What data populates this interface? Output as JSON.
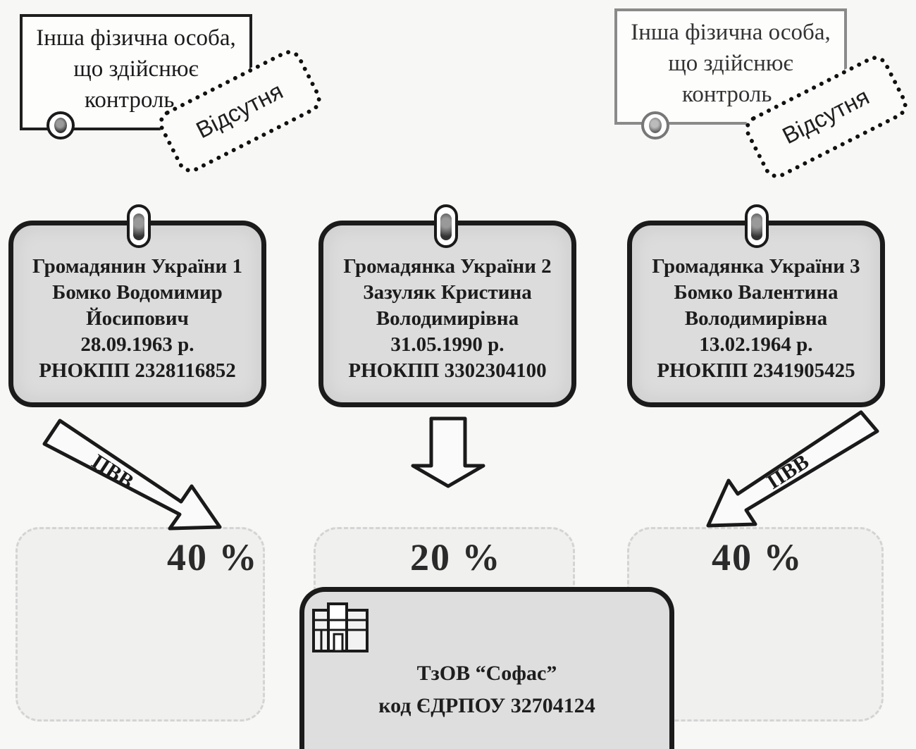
{
  "top_boxes": [
    {
      "lines": [
        "Інша фізична особа,",
        "що здійснює",
        "контроль"
      ],
      "stamp": "Відсутня"
    },
    {
      "lines": [
        "Інша фізична особа,",
        "що здійснює",
        "контроль"
      ],
      "stamp": "Відсутня"
    }
  ],
  "persons": [
    {
      "lines": [
        "Громадянин України 1",
        "Бомко Водомимир",
        "Йосипович",
        "28.09.1963 р.",
        "РНОКПП 2328116852"
      ]
    },
    {
      "lines": [
        "Громадянка України 2",
        "Зазуляк Кристина",
        "Володимирівна",
        "31.05.1990 р.",
        "РНОКПП 3302304100"
      ]
    },
    {
      "lines": [
        "Громадянка України 3",
        "Бомко Валентина",
        "Володимирівна",
        "13.02.1964 р.",
        "РНОКПП 2341905425"
      ]
    }
  ],
  "arrows": {
    "left_label": "ПВВ",
    "right_label": "ПВВ"
  },
  "shares": [
    "40 %",
    "20 %",
    "40 %"
  ],
  "company": {
    "name": "ТзОВ “Софас”",
    "code": "код ЄДРПОУ 32704124"
  }
}
